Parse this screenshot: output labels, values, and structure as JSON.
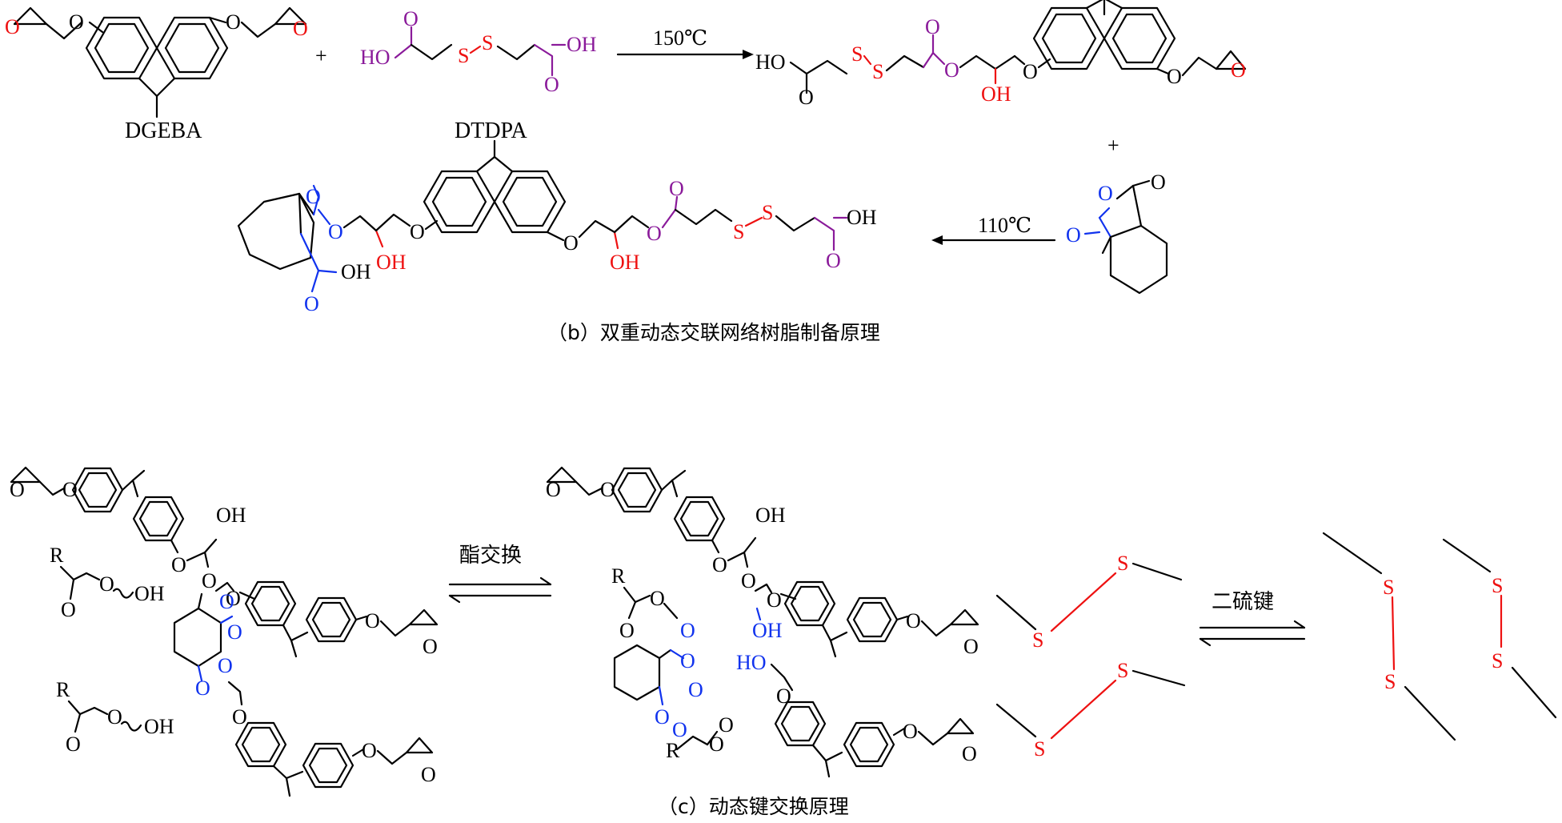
{
  "reaction_b": {
    "dgeba_label": "DGEBA",
    "dtdpa_label": "DTDPA",
    "temp1": "150℃",
    "temp2": "110℃",
    "plus": "+",
    "caption": "（b）双重动态交联网络树脂制备原理"
  },
  "reaction_c": {
    "ester_exchange_label": "酯交换",
    "disulfide_label": "二硫键",
    "caption": "（c）动态键交换原理"
  },
  "atoms": {
    "O": "O",
    "OH": "OH",
    "HO": "HO",
    "S": "S",
    "R": "R"
  },
  "colors": {
    "black": "#000000",
    "red": "#ee1111",
    "blue": "#1133ee",
    "purple": "#8a1a9a"
  }
}
